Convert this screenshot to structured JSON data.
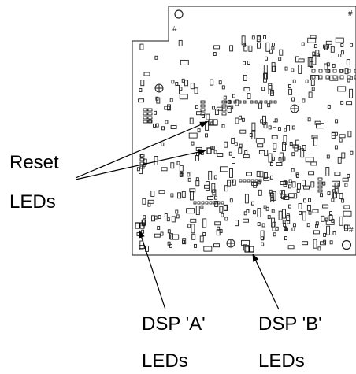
{
  "labels": {
    "reset_line1": "Reset",
    "reset_line2": "LEDs",
    "dsp_a_line1": "DSP 'A'",
    "dsp_a_line2": "LEDs",
    "dsp_b_line1": "DSP 'B'",
    "dsp_b_line2": "LEDs"
  },
  "board_marks": {
    "fiducial_symbol": "#"
  },
  "colors": {
    "ink": "#000000",
    "board_outline": "#444444",
    "component": "#222222",
    "background": "#ffffff"
  }
}
